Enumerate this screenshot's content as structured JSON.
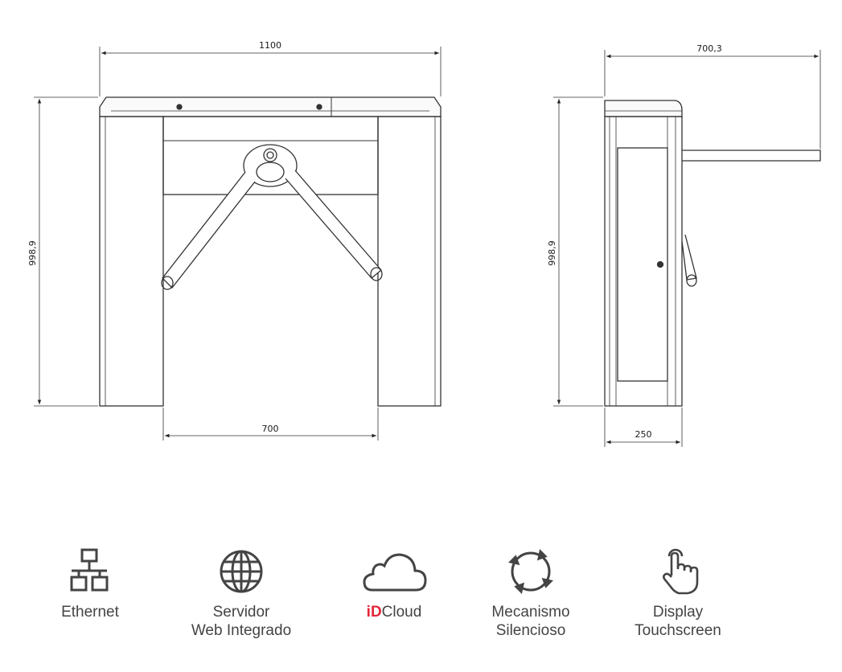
{
  "drawing": {
    "front": {
      "width": "1100",
      "height": "998,9",
      "passage": "700"
    },
    "side": {
      "depth": "700,3",
      "height": "998,9",
      "base": "250"
    }
  },
  "features": [
    {
      "icon": "network-icon",
      "label": "Ethernet"
    },
    {
      "icon": "globe-icon",
      "label": "Servidor\nWeb Integrado"
    },
    {
      "icon": "cloud-icon",
      "brand_prefix": "iD",
      "label": "Cloud",
      "brand_color": "#e3263a"
    },
    {
      "icon": "rotate-icon",
      "label": "Mecanismo\nSilencioso"
    },
    {
      "icon": "touch-hand-icon",
      "label": "Display\nTouchscreen"
    }
  ]
}
